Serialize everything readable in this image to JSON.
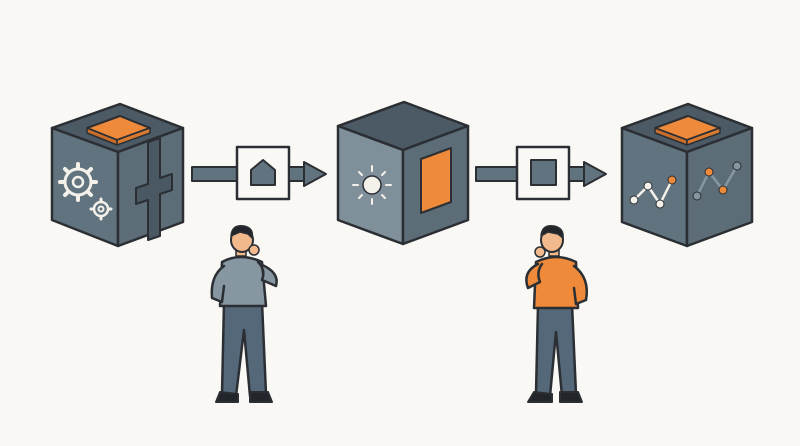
{
  "colors": {
    "background": "#faf8f4",
    "cube_top": "#4c5a66",
    "cube_front": "#61737f",
    "cube_side": "#7f909b",
    "accent_orange": "#ee8a3a",
    "outline": "#2b2f33",
    "light": "#f4f1ea",
    "shirt_blue": "#8697a2",
    "pants_blue": "#55687a",
    "skin": "#f2b98c",
    "hair": "#222529"
  },
  "icons": {
    "cube1_front": "gear-icon",
    "cube1_side": "circuit-icon",
    "connector1": "house-icon",
    "cube2_front": "sun-icon",
    "connector2": "square-icon",
    "cube3_side": "line-chart-icon"
  },
  "people": [
    {
      "pose": "thinking",
      "shirt": "shirt_blue"
    },
    {
      "pose": "thinking",
      "shirt": "accent_orange"
    }
  ]
}
